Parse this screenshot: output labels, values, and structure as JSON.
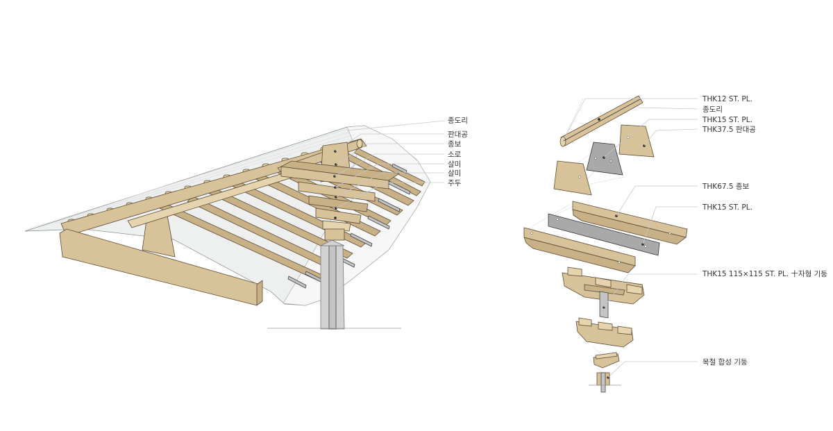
{
  "left_assembly": {
    "labels": [
      "종도리",
      "판대공",
      "종보",
      "소로",
      "살미",
      "살미",
      "주두"
    ]
  },
  "right_exploded": {
    "labels": [
      "THK12 ST. PL.",
      "종도리",
      "THK15 ST. PL.",
      "THK37.5 판대공",
      "THK67.5 종보",
      "THK15 ST. PL.",
      "THK15 115×115 ST. PL. 十자형 기둥",
      "목철 합성 기둥"
    ]
  },
  "colors": {
    "wood": "#d8c29a",
    "steel": "#a9a9a9",
    "roof": "#eef0ef",
    "column": "#d2d2d2"
  }
}
